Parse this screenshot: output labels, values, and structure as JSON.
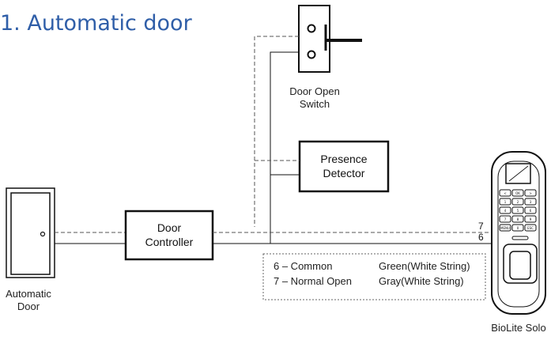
{
  "title": "1. Automatic door",
  "door_open_switch": {
    "line1": "Door Open",
    "line2": "Switch"
  },
  "presence_detector": {
    "line1": "Presence",
    "line2": "Detector"
  },
  "door_controller": {
    "line1": "Door",
    "line2": "Controller"
  },
  "automatic_door": {
    "line1": "Automatic",
    "line2": "Door"
  },
  "device_label": "BioLite Solo",
  "pins": {
    "top": "7",
    "bottom": "6"
  },
  "legend": {
    "rows": [
      {
        "pin": "6 – Common",
        "color": "Green(White String)"
      },
      {
        "pin": "7 – Normal Open",
        "color": "Gray(White String)"
      }
    ]
  },
  "keypad": {
    "row1": [
      "<",
      "OK",
      ">"
    ],
    "row2": [
      "1",
      "2",
      "3"
    ],
    "row3": [
      "4",
      "5",
      "6"
    ],
    "row4": [
      "7",
      "8",
      "9"
    ],
    "row5": [
      "MENU",
      "0",
      "ESC"
    ]
  },
  "colors": {
    "title": "#2f5ea8",
    "line": "#111111",
    "dashed": "#555555"
  }
}
